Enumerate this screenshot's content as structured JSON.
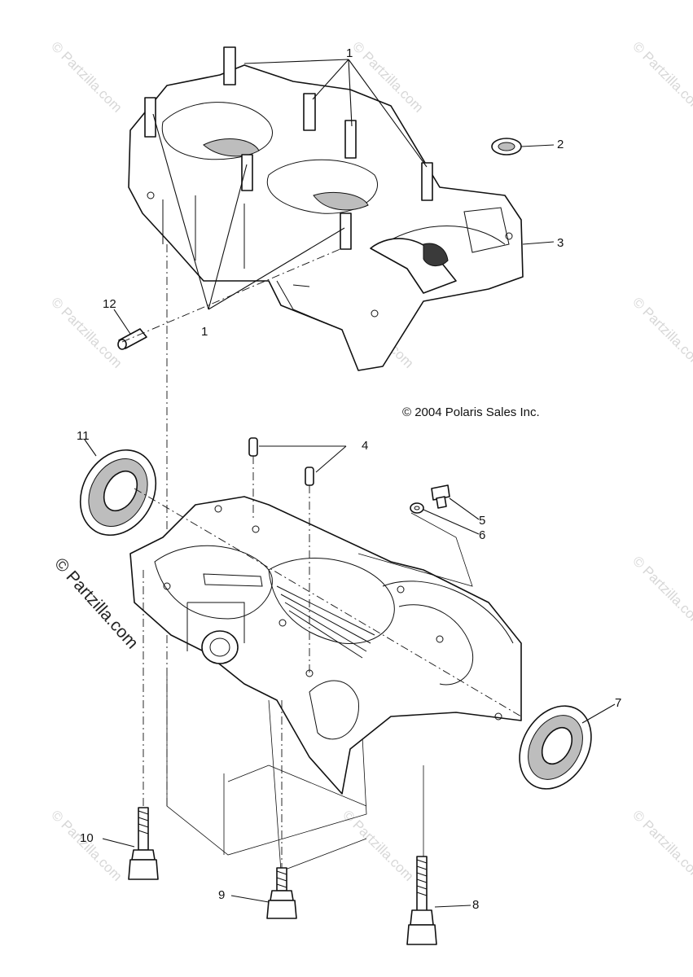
{
  "copyright": "© 2004 Polaris Sales Inc.",
  "watermark": {
    "main": "© Partzilla.com",
    "faint": "© Partzilla.com"
  },
  "callouts": {
    "c1a": "1",
    "c1b": "1",
    "c2": "2",
    "c3": "3",
    "c4": "4",
    "c5": "5",
    "c6": "6",
    "c7": "7",
    "c8": "8",
    "c9": "9",
    "c10": "10",
    "c11": "11",
    "c12": "12"
  },
  "colors": {
    "line": "#111111",
    "background": "#ffffff",
    "watermark": "#d7d7d7"
  }
}
